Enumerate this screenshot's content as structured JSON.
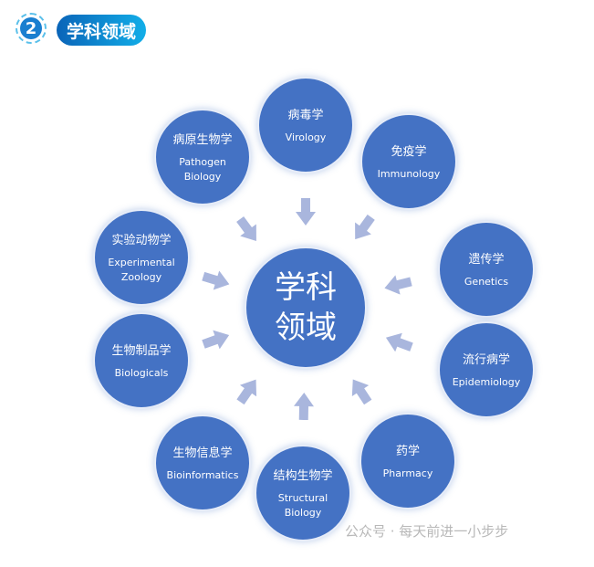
{
  "header": {
    "number": "2",
    "title": "学科领域"
  },
  "center": {
    "line1": "学科",
    "line2": "领域"
  },
  "fields": [
    {
      "zh": "病毒学",
      "en": "Virology"
    },
    {
      "zh": "免疫学",
      "en": "Immunology"
    },
    {
      "zh": "遗传学",
      "en": "Genetics"
    },
    {
      "zh": "流行病学",
      "en": "Epidemiology"
    },
    {
      "zh": "药学",
      "en": "Pharmacy"
    },
    {
      "zh": "结构生物学",
      "en": "Structural Biology"
    },
    {
      "zh": "生物信息学",
      "en": "Bioinformatics"
    },
    {
      "zh": "生物制品学",
      "en": "Biologicals"
    },
    {
      "zh": "实验动物学",
      "en": "Experimental Zoology"
    },
    {
      "zh": "病原生物学",
      "en": "Pathogen Biology"
    }
  ],
  "colors": {
    "circle": "#4472c4",
    "arrow": "#a9b6dd"
  },
  "watermark": "公众号 · 每天前进一小步步"
}
